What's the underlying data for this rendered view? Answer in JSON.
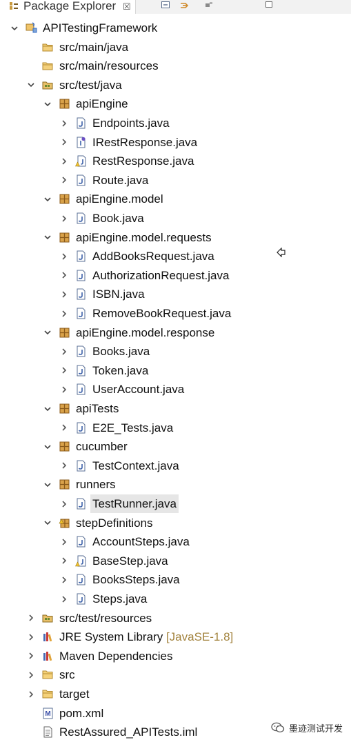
{
  "view": {
    "title": "Package Explorer",
    "close_glyph": "☒",
    "toolbar": [
      "collapse-all-icon",
      "link-with-editor-icon",
      "view-menu-icon",
      "minimize-icon"
    ]
  },
  "tree": [
    {
      "label": "APITestingFramework",
      "icon": "java-project-icon",
      "twisty": "expanded"
    },
    {
      "label": "src/main/java",
      "icon": "empty-source-folder-icon",
      "twisty": "none"
    },
    {
      "label": "src/main/resources",
      "icon": "empty-source-folder-icon",
      "twisty": "none"
    },
    {
      "label": "src/test/java",
      "icon": "source-folder-icon",
      "twisty": "expanded"
    },
    {
      "label": "apiEngine",
      "icon": "package-icon",
      "twisty": "expanded"
    },
    {
      "label": "Endpoints.java",
      "icon": "java-file-icon",
      "twisty": "collapsed"
    },
    {
      "label": "IRestResponse.java",
      "icon": "java-interface-file-icon",
      "twisty": "collapsed"
    },
    {
      "label": "RestResponse.java",
      "icon": "java-file-warning-icon",
      "twisty": "collapsed"
    },
    {
      "label": "Route.java",
      "icon": "java-file-icon",
      "twisty": "collapsed"
    },
    {
      "label": "apiEngine.model",
      "icon": "package-icon",
      "twisty": "expanded"
    },
    {
      "label": "Book.java",
      "icon": "java-file-icon",
      "twisty": "collapsed"
    },
    {
      "label": "apiEngine.model.requests",
      "icon": "package-icon",
      "twisty": "expanded"
    },
    {
      "label": "AddBooksRequest.java",
      "icon": "java-file-icon",
      "twisty": "collapsed"
    },
    {
      "label": "AuthorizationRequest.java",
      "icon": "java-file-icon",
      "twisty": "collapsed"
    },
    {
      "label": "ISBN.java",
      "icon": "java-file-icon",
      "twisty": "collapsed"
    },
    {
      "label": "RemoveBookRequest.java",
      "icon": "java-file-icon",
      "twisty": "collapsed"
    },
    {
      "label": "apiEngine.model.response",
      "icon": "package-icon",
      "twisty": "expanded"
    },
    {
      "label": "Books.java",
      "icon": "java-file-icon",
      "twisty": "collapsed"
    },
    {
      "label": "Token.java",
      "icon": "java-file-icon",
      "twisty": "collapsed"
    },
    {
      "label": "UserAccount.java",
      "icon": "java-file-icon",
      "twisty": "collapsed"
    },
    {
      "label": "apiTests",
      "icon": "package-icon",
      "twisty": "expanded"
    },
    {
      "label": "E2E_Tests.java",
      "icon": "java-file-icon",
      "twisty": "collapsed"
    },
    {
      "label": "cucumber",
      "icon": "package-icon",
      "twisty": "expanded"
    },
    {
      "label": "TestContext.java",
      "icon": "java-file-icon",
      "twisty": "collapsed"
    },
    {
      "label": "runners",
      "icon": "package-icon",
      "twisty": "expanded"
    },
    {
      "label": "TestRunner.java",
      "icon": "java-file-icon",
      "twisty": "collapsed",
      "selected": true
    },
    {
      "label": "stepDefinitions",
      "icon": "package-warning-icon",
      "twisty": "expanded"
    },
    {
      "label": "AccountSteps.java",
      "icon": "java-file-icon",
      "twisty": "collapsed"
    },
    {
      "label": "BaseStep.java",
      "icon": "java-file-warning-icon",
      "twisty": "collapsed"
    },
    {
      "label": "BooksSteps.java",
      "icon": "java-file-icon",
      "twisty": "collapsed"
    },
    {
      "label": "Steps.java",
      "icon": "java-file-icon",
      "twisty": "collapsed"
    },
    {
      "label": "src/test/resources",
      "icon": "source-folder-icon",
      "twisty": "collapsed"
    },
    {
      "label": "JRE System Library",
      "decoration": "[JavaSE-1.8]",
      "icon": "library-icon",
      "twisty": "collapsed"
    },
    {
      "label": "Maven Dependencies",
      "icon": "library-icon",
      "twisty": "collapsed"
    },
    {
      "label": "src",
      "icon": "folder-icon",
      "twisty": "collapsed"
    },
    {
      "label": "target",
      "icon": "folder-icon",
      "twisty": "collapsed"
    },
    {
      "label": "pom.xml",
      "icon": "maven-pom-icon",
      "twisty": "none"
    },
    {
      "label": "RestAssured_APITests.iml",
      "icon": "text-file-icon",
      "twisty": "none"
    }
  ],
  "watermark": {
    "text": "墨迹测试开发",
    "icon": "wechat-icon"
  },
  "colors": {
    "selection": "#e6e6e6",
    "decoration": "#a2823c",
    "package": "#b27a2e",
    "java_file": "#3a6ec5",
    "folder": "#e0b04a"
  }
}
